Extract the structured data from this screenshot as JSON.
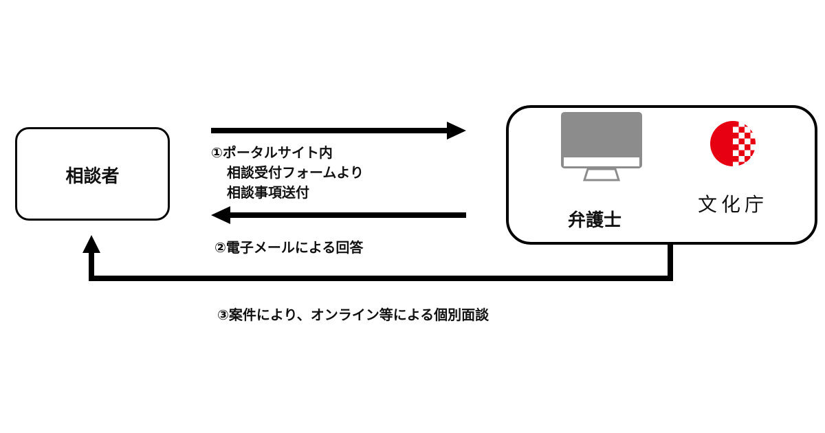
{
  "consultant": {
    "label": "相談者"
  },
  "provider": {
    "lawyer_label": "弁護士",
    "agency_logo_text": "文化庁",
    "monitor_icon": "monitor-icon"
  },
  "steps": [
    {
      "lines": [
        "①ポータルサイト内",
        "相談受付フォームより",
        "相談事項送付"
      ]
    },
    {
      "lines": [
        "②電子メールによる回答"
      ]
    },
    {
      "lines": [
        "③案件により、オンライン等による個別面談"
      ]
    }
  ],
  "colors": {
    "logo_red": "#e60012",
    "monitor_gray": "#8c8c8c"
  }
}
